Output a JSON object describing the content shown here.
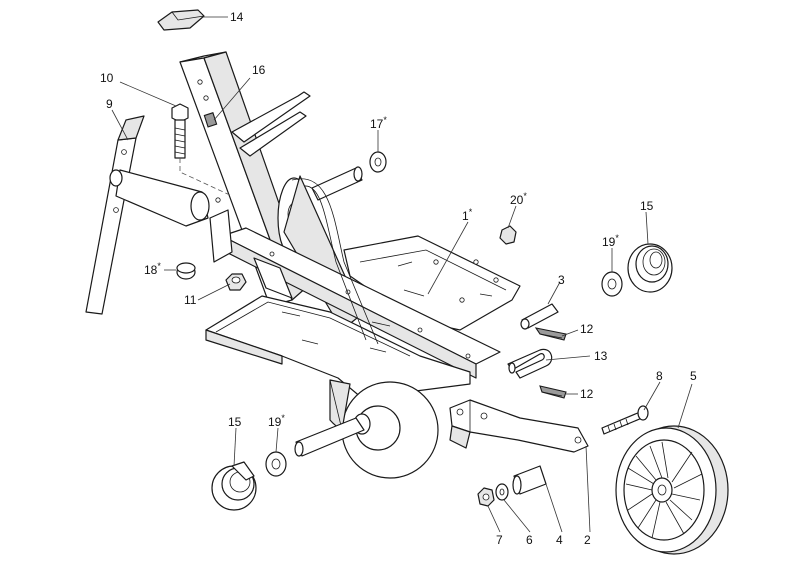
{
  "callouts": [
    {
      "id": "p14",
      "label": "14",
      "star": ""
    },
    {
      "id": "p16",
      "label": "16",
      "star": ""
    },
    {
      "id": "p10",
      "label": "10",
      "star": ""
    },
    {
      "id": "p9",
      "label": "9",
      "star": ""
    },
    {
      "id": "p17",
      "label": "17",
      "star": "*"
    },
    {
      "id": "p1",
      "label": "1",
      "star": "*"
    },
    {
      "id": "p20",
      "label": "20",
      "star": "*"
    },
    {
      "id": "p15a",
      "label": "15",
      "star": ""
    },
    {
      "id": "p19a",
      "label": "19",
      "star": "*"
    },
    {
      "id": "p18",
      "label": "18",
      "star": "*"
    },
    {
      "id": "p11",
      "label": "11",
      "star": ""
    },
    {
      "id": "p3",
      "label": "3",
      "star": ""
    },
    {
      "id": "p12a",
      "label": "12",
      "star": ""
    },
    {
      "id": "p13",
      "label": "13",
      "star": ""
    },
    {
      "id": "p12b",
      "label": "12",
      "star": ""
    },
    {
      "id": "p8",
      "label": "8",
      "star": ""
    },
    {
      "id": "p5",
      "label": "5",
      "star": ""
    },
    {
      "id": "p15b",
      "label": "15",
      "star": ""
    },
    {
      "id": "p19b",
      "label": "19",
      "star": "*"
    },
    {
      "id": "p7",
      "label": "7",
      "star": ""
    },
    {
      "id": "p6",
      "label": "6",
      "star": ""
    },
    {
      "id": "p4",
      "label": "4",
      "star": ""
    },
    {
      "id": "p2",
      "label": "2",
      "star": ""
    }
  ]
}
